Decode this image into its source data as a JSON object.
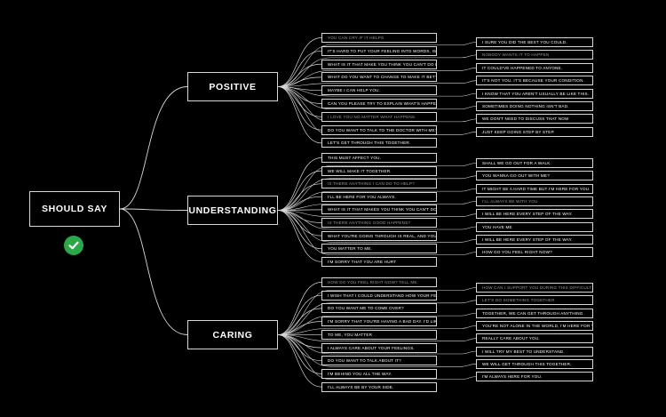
{
  "root": {
    "label": "SHOULD SAY",
    "status_icon": "check-circle-icon",
    "status_color": "#2ca84a"
  },
  "categories": [
    {
      "label": "POSITIVE",
      "left_items": [
        "YOU CAN CRY IF IT HELPS.",
        "IT'S HARD TO PUT YOUR FEELING INTO WORDS, ISN'T IT?",
        "WHAT IS IT THAT MAKE YOU THINK YOU CAN'T DO IT?",
        "WHAT DO YOU WANT TO CHANGE TO MAKE IT BETTER?",
        "MAYBE I CAN HELP YOU.",
        "CAN YOU PLEASE TRY TO EXPLAIN WHAT'S HAPPENING?",
        "I LOVE YOU NO MATTER WHAT HAPPENS.",
        "DO YOU WANT TO TALK TO THE DOCTOR WITH ME?",
        "LET'S GET THROUGH THIS TOGETHER."
      ],
      "right_items": [
        "I SURE YOU DID THE BEST YOU COULD.",
        "NOBODY WANTS IT TO HAPPEN",
        "IT COULD'VE HAPPENED TO ANYONE.",
        "IT'S NOT YOU. IT'S BECAUSE YOUR CONDITION.",
        "I KNOW THAT YOU AREN'T USUALLY BE LIKE THIS.",
        "SOMETIMES DOING NOTHING ISN'T BAD.",
        "WE DON'T NEED TO DISCUSS THAT NOW",
        "JUST KEEP GOING STEP BY STEP."
      ]
    },
    {
      "label": "UNDERSTANDING",
      "left_items": [
        "THIS MUST AFFECT YOU.",
        "WE WILL MAKE IT TOGETHER.",
        "IS THERE ANYTHING I CAN DO TO HELP?",
        "I'LL BE HERE FOR YOU ALWAYS.",
        "WHAT IS IT THAT MAKES YOU THINK YOU CAN'T DO IT?",
        "IS THERE ANYTHING GOOD HAPPENS?",
        "WHAT YOU'RE GOING THROUGH IS REAL, AND YOU",
        "YOU MATTER TO ME.",
        "I'M SORRY THAT YOU ARE HURT"
      ],
      "right_items": [
        "SHALL WE GO OUT FOR A WALK.",
        "YOU WANNA GO OUT WITH ME?",
        "IT MIGHT BE A HARD TIME BUT I'M HERE FOR YOU.",
        "I'LL ALWAYS BE WITH YOU",
        "I WILL BE HERE EVERY STEP OF THE WAY.",
        "YOU HAVE ME",
        "I WILL BE HERE EVERY STEP OF THE WAY.",
        "HOW DO YOU FEEL RIGHT NOW?"
      ]
    },
    {
      "label": "CARING",
      "left_items": [
        "HOW DO YOU FEEL RIGHT NOW? TELL ME",
        "I WISH THAT I COULD UNDERSTAND HOW YOUR FEELING",
        "DO YOU WANT ME TO COME OVER?",
        "I'M SORRY THAT YOU'RE HAVING A BAD DAY. I'D LIKE TO HELP.",
        "TO ME, YOU MATTER",
        "I ALWAYS CARE ABOUT YOUR FEELINGS.",
        "DO YOU WANT TO TALK ABOUT IT?",
        "I'M BEHIND YOU ALL THE WAY.",
        "I'LL ALWAYS BE BY YOUR SIDE."
      ],
      "right_items": [
        "HOW CAN I SUPPORT YOU DURING THIS DIFFICULT TIME?",
        "LET'S DO SOMETHING TOGETHER.",
        "TOGETHER, WE CAN GET THROUGH ANYTHING.",
        "YOU'RE NOT ALONE IN THE WORLD, I'M HERE FOR YOU.",
        "REALLY CARE ABOUT YOU.",
        "I WILL TRY MY BEST TO UNDERSTAND.",
        "WE WILL GET THROUGH THIS TOGETHER.",
        "I'M ALWAYS HERE FOR YOU."
      ]
    }
  ],
  "colors": {
    "background": "#000000",
    "line": "#d8d8d8",
    "text": "#ffffff"
  }
}
